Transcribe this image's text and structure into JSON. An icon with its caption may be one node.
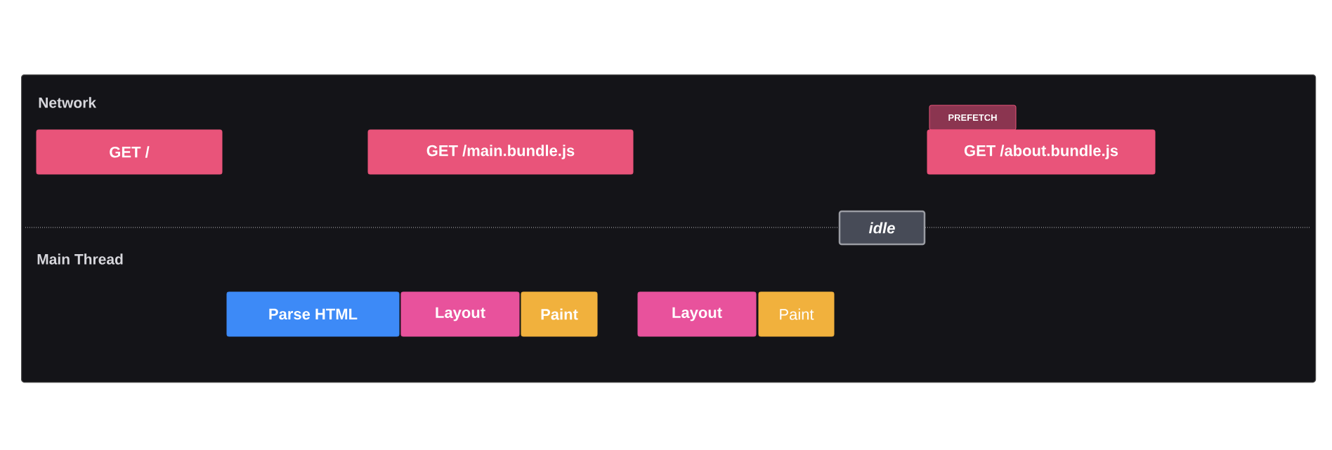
{
  "diagram": {
    "nodes": [
      {
        "text": [
          "Network",
          "Main Thread"
        ]
      },
      {
        "text": [
          "GET /"
        ],
        "in": 0
      },
      {
        "text": [
          "GET /main.bundle.js"
        ],
        "in": 0
      },
      {
        "text": [
          "PREFETCH"
        ],
        "in": 0
      },
      {
        "text": [
          "GET /about.bundle.js"
        ],
        "in": 0
      },
      {
        "text": [
          "idle"
        ],
        "in": 0
      },
      {
        "text": [
          "Parse HTML"
        ],
        "in": 0
      },
      {
        "text": [
          "Layout"
        ],
        "in": 0
      },
      {
        "text": [
          "Paint"
        ],
        "in": 0
      },
      {
        "text": [
          "Layout"
        ],
        "in": 0
      },
      {
        "text": [
          "Paint"
        ],
        "in": 0
      }
    ]
  }
}
